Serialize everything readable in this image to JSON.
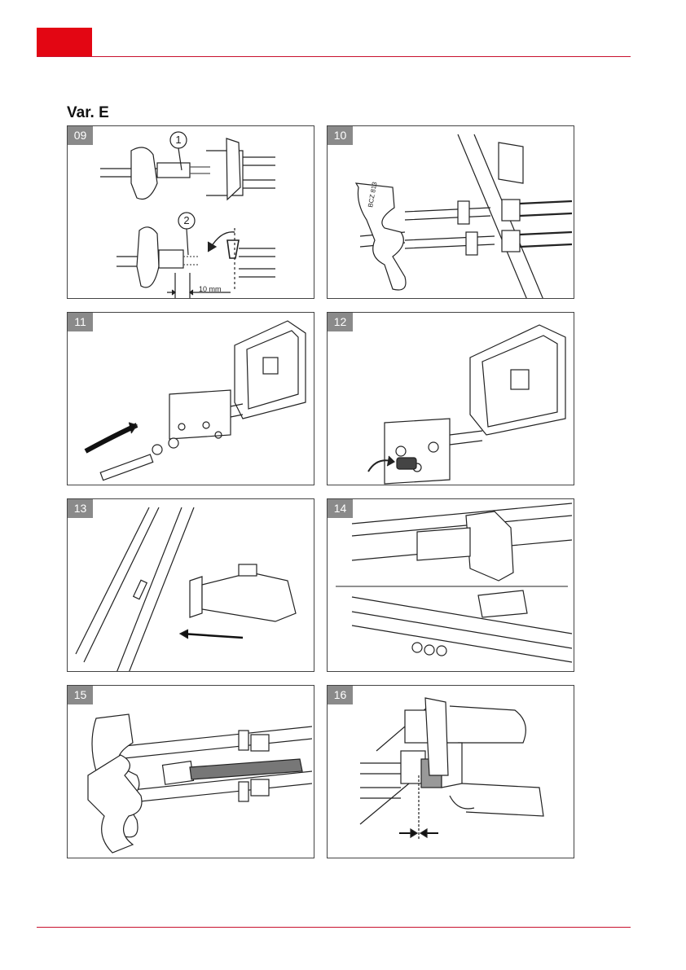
{
  "brand_color": "#e30613",
  "rule_color": "#c8102e",
  "section_title": "Var. E",
  "panels": [
    {
      "step": "09",
      "callouts": [
        "1",
        "2"
      ],
      "measure": "10 mm"
    },
    {
      "step": "10",
      "part_label": "BCZ 813"
    },
    {
      "step": "11"
    },
    {
      "step": "12"
    },
    {
      "step": "13"
    },
    {
      "step": "14"
    },
    {
      "step": "15"
    },
    {
      "step": "16"
    }
  ]
}
